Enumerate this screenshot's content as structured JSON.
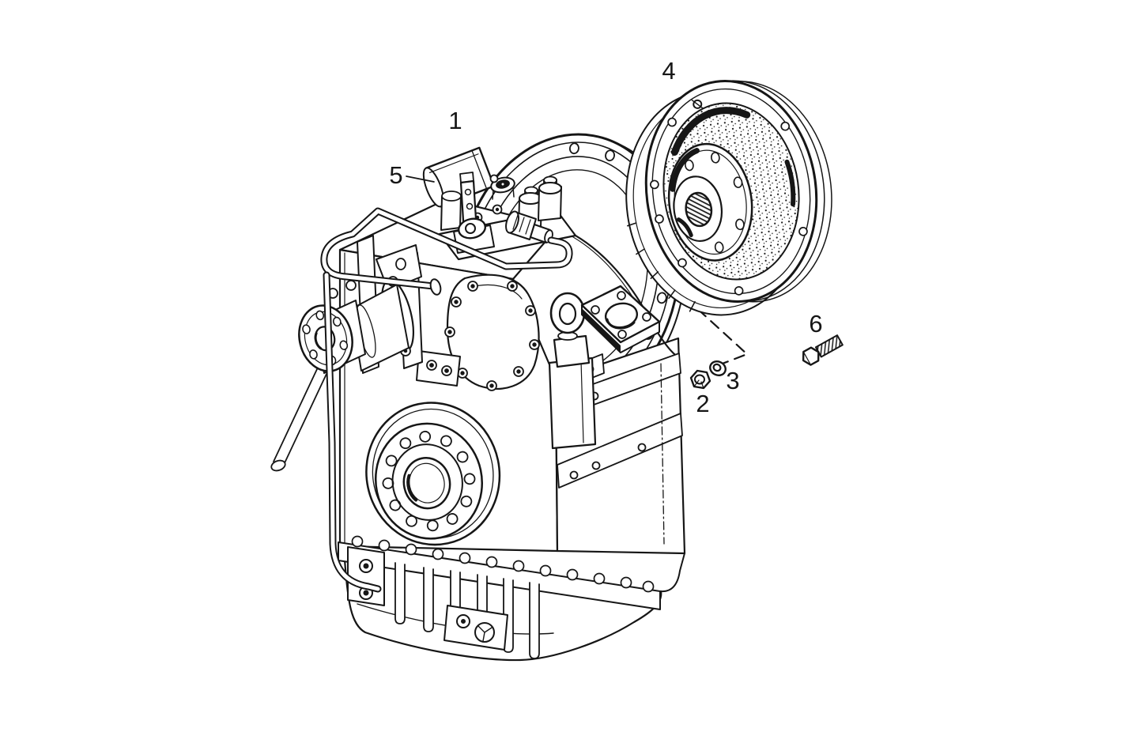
{
  "figure": {
    "background": "#ffffff",
    "ink": "#161616",
    "type": "exploded-parts-line-drawing"
  },
  "callouts": [
    {
      "number": "1"
    },
    {
      "number": "2"
    },
    {
      "number": "3"
    },
    {
      "number": "4"
    },
    {
      "number": "5"
    },
    {
      "number": "6"
    }
  ]
}
